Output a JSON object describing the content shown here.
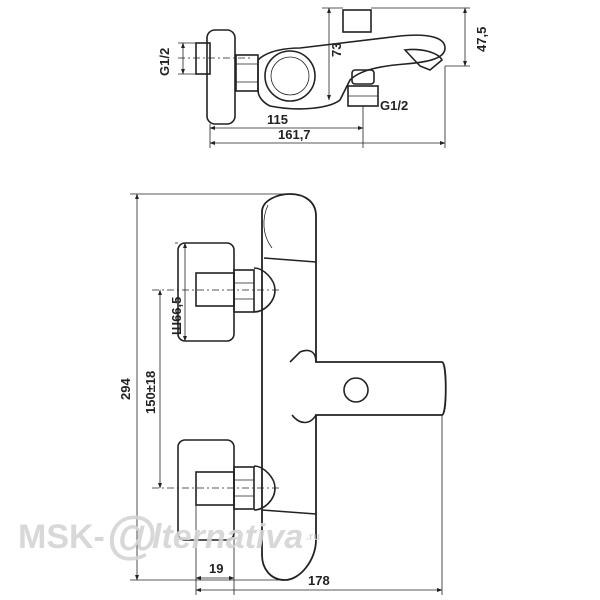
{
  "top_view": {
    "dim_thread_left": "G1/2",
    "dim_thread_right": "G1/2",
    "dim_73": "73",
    "dim_47_5": "47,5",
    "dim_115": "115",
    "dim_161_7": "161,7"
  },
  "front_view": {
    "dim_294": "294",
    "dim_diameter": "Ш66,5",
    "dim_150": "150±18",
    "dim_19": "19",
    "dim_178": "178"
  },
  "watermark": {
    "brand_left": "MSK-",
    "brand_right": "lternativa",
    "brand_suffix": ".ru"
  }
}
